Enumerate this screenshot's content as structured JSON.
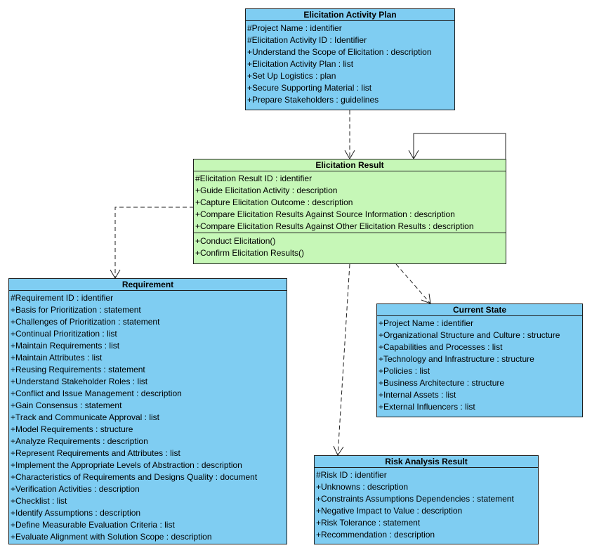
{
  "plan": {
    "title": "Elicitation Activity Plan",
    "attributes": [
      "#Project Name : identifier",
      "#Elicitation Activity ID : Identifier",
      "+Understand the Scope of Elicitation : description",
      "+Elicitation Activity Plan : list",
      "+Set Up Logistics : plan",
      "+Secure Supporting Material : list",
      "+Prepare Stakeholders : guidelines"
    ]
  },
  "result": {
    "title": "Elicitation Result",
    "attributes": [
      "#Elicitation Result ID : identifier",
      "+Guide Elicitation Activity : description",
      "+Capture Elicitation Outcome : description",
      "+Compare Elicitation Results Against Source Information : description",
      "+Compare Elicitation Results Against Other Elicitation Results : description"
    ],
    "operations": [
      "+Conduct Elicitation()",
      "+Confirm Elicitation Results()"
    ]
  },
  "requirement": {
    "title": "Requirement",
    "attributes": [
      "#Requirement ID : identifier",
      "+Basis for Prioritization : statement",
      "+Challenges of Prioritization : statement",
      "+Continual Prioritization : list",
      "+Maintain Requirements : list",
      "+Maintain Attributes : list",
      "+Reusing Requirements : statement",
      "+Understand Stakeholder Roles : list",
      "+Conflict and Issue Management : description",
      "+Gain Consensus : statement",
      "+Track and Communicate Approval : list",
      "+Model Requirements : structure",
      "+Analyze Requirements : description",
      "+Represent Requirements and Attributes : list",
      "+Implement the Appropriate Levels of Abstraction : description",
      "+Characteristics of Requirements and Designs Quality : document",
      "+Verification Activities : description",
      "+Checklist : list",
      "+Identify Assumptions : description",
      "+Define Measurable Evaluation Criteria : list",
      "+Evaluate Alignment with Solution Scope : description"
    ]
  },
  "current_state": {
    "title": "Current State",
    "attributes": [
      "+Project Name : identifier",
      "+Organizational Structure and Culture : structure",
      "+Capabilities and Processes : list",
      "+Technology and Infrastructure : structure",
      "+Policies : list",
      "+Business Architecture : structure",
      "+Internal Assets : list",
      "+External Influencers : list"
    ]
  },
  "risk": {
    "title": "Risk Analysis Result",
    "attributes": [
      "#Risk ID : identifier",
      "+Unknowns : description",
      "+Constraints Assumptions Dependencies : statement",
      "+Negative Impact to Value : description",
      "+Risk Tolerance : statement",
      "+Recommendation : description"
    ]
  },
  "colors": {
    "class_fill_blue": "#7fcdf2",
    "class_fill_green": "#c6f7b7",
    "line": "#1f1f1f"
  }
}
